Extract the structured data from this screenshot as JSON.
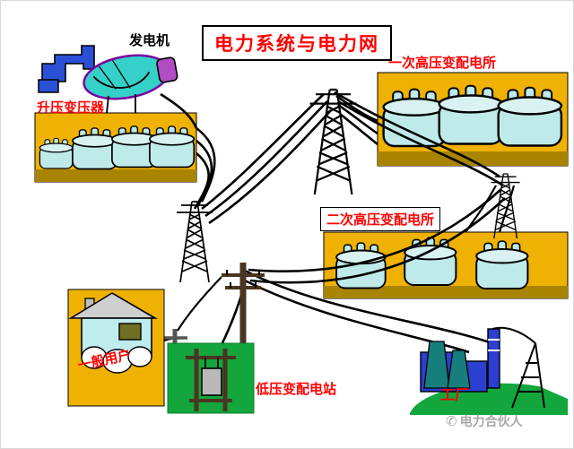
{
  "title": "电力系统与电力网",
  "labels": {
    "generator": "发电机",
    "step_up_transformer": "升压变压器",
    "primary_substation": "一次高压变配电所",
    "secondary_substation": "二次高压变配电所",
    "general_users": "一般用户",
    "low_voltage_station": "低压变配电站",
    "factory": "工厂"
  },
  "watermark": {
    "icon_glyph": "✆",
    "text": "电力合伙人"
  },
  "colors": {
    "label_red": "#ff0000",
    "substation_yellow": "#efb203",
    "strip_olive": "#a98400",
    "equipment_cyan": "#bfeaea",
    "ground_green": "#12a63c",
    "factory_blue": "#2b3fd0",
    "cooling_teal": "#177e7e",
    "line_black": "#000000",
    "watermark_gray": "#a8a8a8"
  }
}
